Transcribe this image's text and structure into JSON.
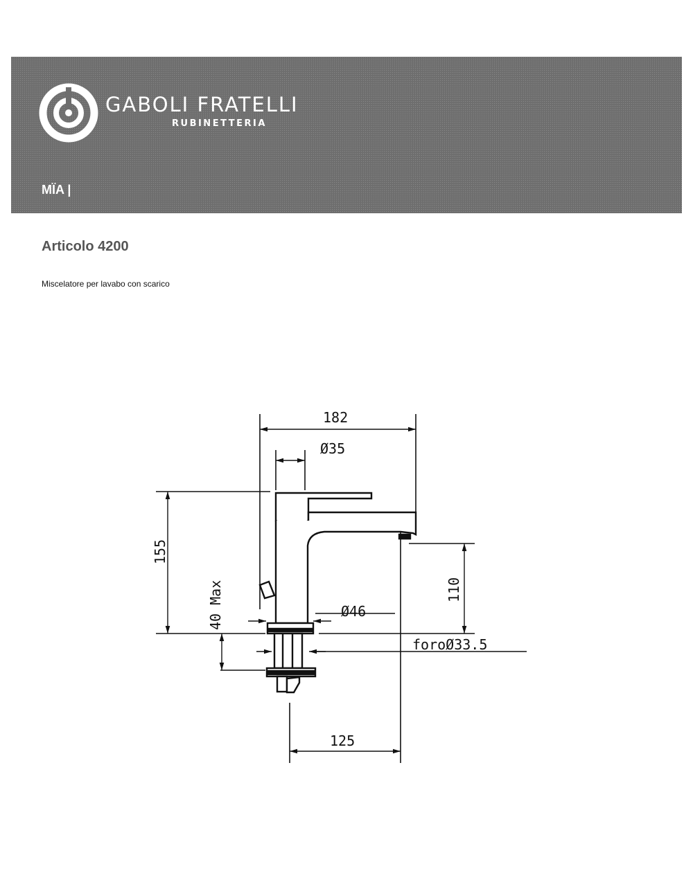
{
  "header": {
    "logo": {
      "icon": "spiral-logo-icon"
    },
    "brand_name": "GABOLI FRATELLI",
    "brand_sub": "RUBINETTERIA",
    "collection": "MÏA |"
  },
  "article": {
    "title": "Articolo 4200",
    "description": "Miscelatore per lavabo con scarico"
  },
  "drawing": {
    "dimensions": {
      "width_total": "182",
      "body_diameter": "Ø35",
      "height_total": "155",
      "deck_thickness": "40 Max",
      "base_diameter": "Ø46",
      "spout_height": "110",
      "hole_diameter": "foroØ33.5",
      "reach": "125"
    }
  }
}
